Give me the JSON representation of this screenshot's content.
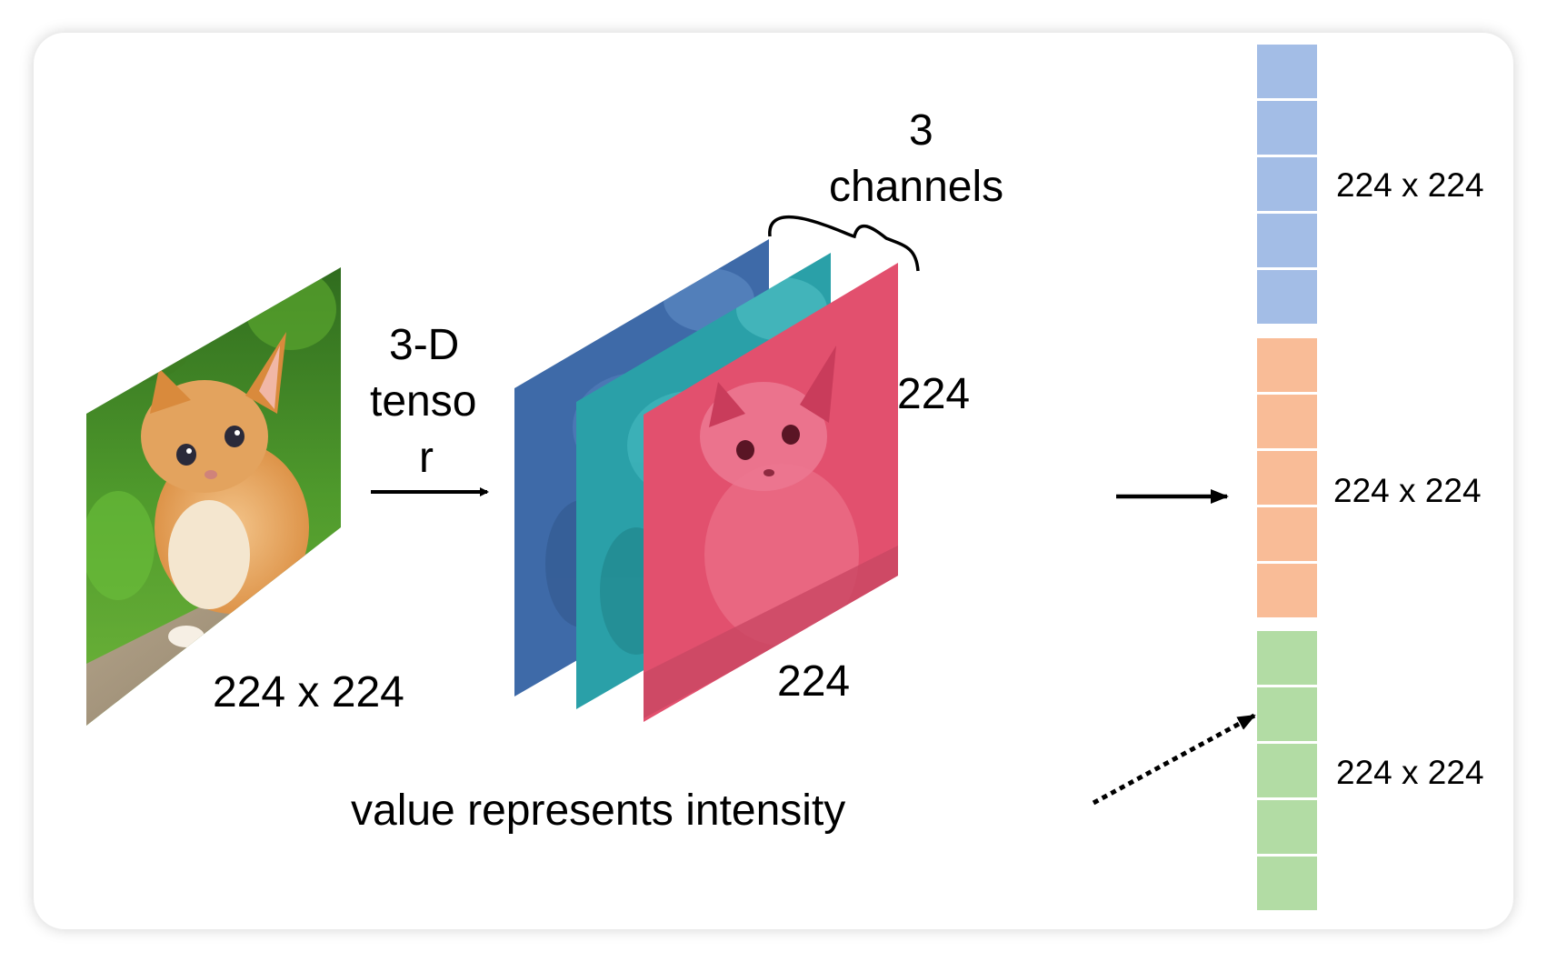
{
  "labels": {
    "input_size": "224 x 224",
    "transform_line1": "3-D",
    "transform_line2": "tenso",
    "transform_line3": "r",
    "channels_count": "3",
    "channels_word": "channels",
    "height_dim": "224",
    "width_dim": "224",
    "caption": "value represents intensity",
    "blue_block_size": "224 x 224",
    "orange_block_size": "224 x 224",
    "green_block_size": "224 x 224"
  },
  "colors": {
    "blue_channel": "#3e6aa8",
    "cyan_channel": "#2aa0a8",
    "red_channel": "#e2506e",
    "vector_blue": "#a3bde6",
    "vector_orange": "#f9bc97",
    "vector_green": "#b2dca4"
  },
  "vector": {
    "blocks_per_channel": 5
  }
}
